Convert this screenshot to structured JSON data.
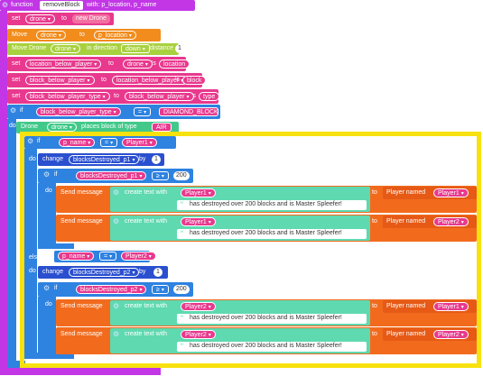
{
  "colors": {
    "function": "#c236e6",
    "set": "#e8398e",
    "move": "#f28c1c",
    "move_dir": "#a8d13f",
    "if": "#2e82e0",
    "place": "#42c98a",
    "change": "#2a4fcf",
    "send": "#f26b1d",
    "text": "#5fd9b0",
    "player": "#e65a16",
    "highlight": "#f7e10f"
  },
  "func": {
    "keyword": "function",
    "name": "removeBlock",
    "params": "with: p_location, p_name"
  },
  "set1": {
    "kw": "set",
    "var": "drone",
    "to": "to",
    "value": "new Drone"
  },
  "move1": {
    "kw": "Move",
    "var": "drone",
    "to": "to",
    "value": "p_location"
  },
  "move2": {
    "kw": "Move Drone",
    "var": "drone",
    "dir_label": "in direction",
    "dir": "down",
    "dist_label": "distance",
    "dist": "1"
  },
  "set2": {
    "kw": "set",
    "var": "location_below_player",
    "to": "to",
    "obj": "drone",
    "of": "'s",
    "prop": "location"
  },
  "set3": {
    "kw": "set",
    "var": "block_below_player",
    "to": "to",
    "obj": "location_below_player",
    "of": "'s",
    "prop": "block"
  },
  "set4": {
    "kw": "set",
    "var": "block_below_player_type",
    "to": "to",
    "obj": "block_below_player",
    "of": "'s",
    "prop": "type"
  },
  "if1": {
    "kw": "if",
    "var": "block_below_player_type",
    "op": "=",
    "value": "DIAMOND_BLOCK",
    "do": "do"
  },
  "place1": {
    "kw": "Drone",
    "var": "drone",
    "label": "places block of type",
    "value": "AIR"
  },
  "if2": {
    "kw": "if",
    "var": "p_name",
    "op": "=",
    "value": "Player1",
    "do": "do",
    "elseif": "else if",
    "do2": "do"
  },
  "change1": {
    "kw": "change",
    "var": "blocksDestroyed_p1",
    "by": "by",
    "value": "1"
  },
  "if3": {
    "kw": "if",
    "var": "blocksDestroyed_p1",
    "op": "≥",
    "value": "200",
    "do": "do"
  },
  "change2": {
    "kw": "change",
    "var": "blocksDestroyed_p2",
    "by": "by",
    "value": "1"
  },
  "if4": {
    "kw": "if",
    "var": "blocksDestroyed_p2",
    "op": "≥",
    "value": "200",
    "do": "do"
  },
  "cond2": {
    "var": "p_name",
    "op": "=",
    "value": "Player2"
  },
  "send": {
    "kw": "Send message",
    "create": "create text with",
    "to": "to",
    "player": "Player named",
    "message": "has destroyed over 200 blocks and is Master Spleefer!",
    "rows": [
      {
        "name": "Player1",
        "target": "Player1"
      },
      {
        "name": "Player1",
        "target": "Player2"
      },
      {
        "name": "Player2",
        "target": "Player1"
      },
      {
        "name": "Player2",
        "target": "Player2"
      }
    ]
  },
  "icons": {
    "gear": "gear-icon",
    "quote": "quote-icon",
    "dropdown": "dropdown-arrow-icon"
  }
}
